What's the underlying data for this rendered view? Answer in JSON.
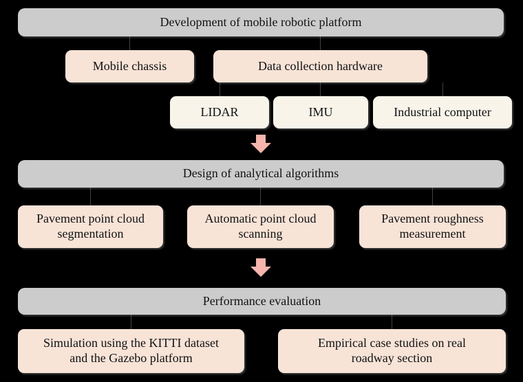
{
  "diagram": {
    "title": "Development of mobile robotic platform",
    "background_color": "#000000",
    "colors": {
      "stage_fill": "#cccccc",
      "item_fill": "#f8e3d7",
      "device_fill": "#f8f4ea",
      "arrow_fill": "#f5b5ac",
      "text": "#111111"
    },
    "stages": [
      {
        "id": "stage-development",
        "label": "Development of mobile robotic platform",
        "children": [
          {
            "id": "mobile-chassis",
            "label": "Mobile chassis"
          },
          {
            "id": "data-collection-hardware",
            "label": "Data collection hardware"
          }
        ],
        "grandchildren": [
          {
            "id": "lidar",
            "label": "LIDAR"
          },
          {
            "id": "imu",
            "label": "IMU"
          },
          {
            "id": "industrial-computer",
            "label": "Industrial computer"
          }
        ]
      },
      {
        "id": "stage-design",
        "label": "Design of analytical algorithms",
        "children": [
          {
            "id": "pavement-point-cloud-segmentation",
            "label": "Pavement point cloud\nsegmentation"
          },
          {
            "id": "automatic-point-cloud-scanning",
            "label": "Automatic point cloud\nscanning"
          },
          {
            "id": "pavement-roughness-measurement",
            "label": "Pavement roughness\nmeasurement"
          }
        ]
      },
      {
        "id": "stage-performance",
        "label": "Performance evaluation",
        "children": [
          {
            "id": "simulation-kitti-gazebo",
            "label": "Simulation using the KITTI dataset\nand the Gazebo platform"
          },
          {
            "id": "empirical-case-studies",
            "label": "Empirical case studies on real\nroadway section"
          }
        ]
      }
    ],
    "arrows": [
      {
        "id": "arrow-development-to-design",
        "direction": "down"
      },
      {
        "id": "arrow-design-to-performance",
        "direction": "down"
      }
    ]
  }
}
